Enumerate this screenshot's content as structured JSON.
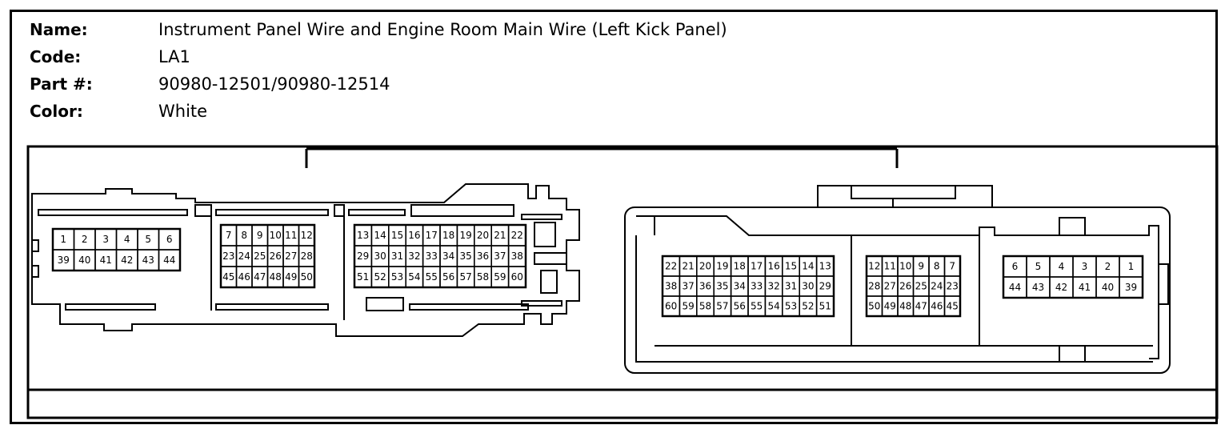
{
  "info": {
    "name_label": "Name:",
    "name_value": "Instrument Panel Wire and Engine Room Main Wire (Left Kick Panel)",
    "code_label": "Code:",
    "code_value": "LA1",
    "part_label": "Part #:",
    "part_value": "90980-12501/90980-12514",
    "color_label": "Color:",
    "color_value": "White"
  },
  "connectors": {
    "left": {
      "blocks": [
        {
          "rows": [
            [
              "1",
              "2",
              "3",
              "4",
              "5",
              "6"
            ],
            [
              "39",
              "40",
              "41",
              "42",
              "43",
              "44"
            ]
          ]
        },
        {
          "rows": [
            [
              "7",
              "8",
              "9",
              "10",
              "11",
              "12"
            ],
            [
              "23",
              "24",
              "25",
              "26",
              "27",
              "28"
            ],
            [
              "45",
              "46",
              "47",
              "48",
              "49",
              "50"
            ]
          ]
        },
        {
          "rows": [
            [
              "13",
              "14",
              "15",
              "16",
              "17",
              "18",
              "19",
              "20",
              "21",
              "22"
            ],
            [
              "29",
              "30",
              "31",
              "32",
              "33",
              "34",
              "35",
              "36",
              "37",
              "38"
            ],
            [
              "51",
              "52",
              "53",
              "54",
              "55",
              "56",
              "57",
              "58",
              "59",
              "60"
            ]
          ]
        }
      ]
    },
    "right": {
      "blocks": [
        {
          "rows": [
            [
              "22",
              "21",
              "20",
              "19",
              "18",
              "17",
              "16",
              "15",
              "14",
              "13"
            ],
            [
              "38",
              "37",
              "36",
              "35",
              "34",
              "33",
              "32",
              "31",
              "30",
              "29"
            ],
            [
              "60",
              "59",
              "58",
              "57",
              "56",
              "55",
              "54",
              "53",
              "52",
              "51"
            ]
          ]
        },
        {
          "rows": [
            [
              "12",
              "11",
              "10",
              "9",
              "8",
              "7"
            ],
            [
              "28",
              "27",
              "26",
              "25",
              "24",
              "23"
            ],
            [
              "50",
              "49",
              "48",
              "47",
              "46",
              "45"
            ]
          ]
        },
        {
          "rows": [
            [
              "6",
              "5",
              "4",
              "3",
              "2",
              "1"
            ],
            [
              "44",
              "43",
              "42",
              "41",
              "40",
              "39"
            ]
          ]
        }
      ]
    }
  }
}
